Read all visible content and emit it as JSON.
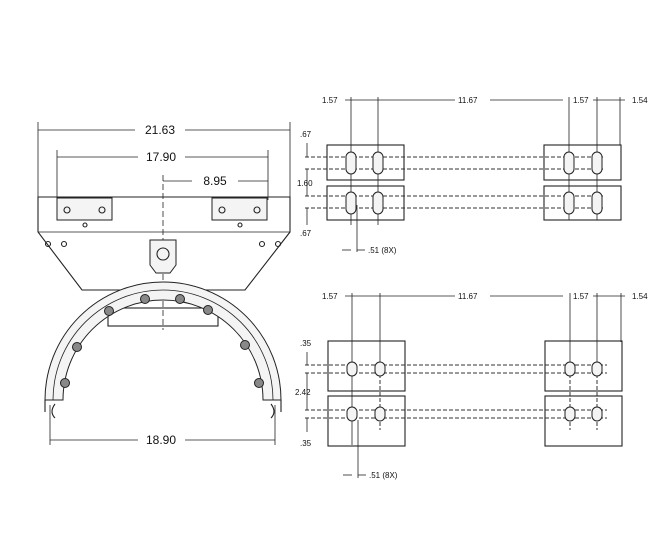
{
  "front_view": {
    "overall_width": "21.63",
    "mount_spacing": "17.90",
    "center_offset": "8.95",
    "inner_span": "18.90"
  },
  "top_view_1": {
    "dim_left": "1.57",
    "dim_middle": "11.67",
    "dim_right": "1.57",
    "dim_edge": "1.54",
    "dim_top": ".67",
    "dim_spacing": "1.60",
    "dim_bottom": ".67",
    "slot_note": ".51 (8X)"
  },
  "top_view_2": {
    "dim_left": "1.57",
    "dim_middle": "11.67",
    "dim_right": "1.57",
    "dim_edge": "1.54",
    "dim_top": ".35",
    "dim_spacing": "2.42",
    "dim_bottom": ".35",
    "slot_note": ".51 (8X)"
  }
}
